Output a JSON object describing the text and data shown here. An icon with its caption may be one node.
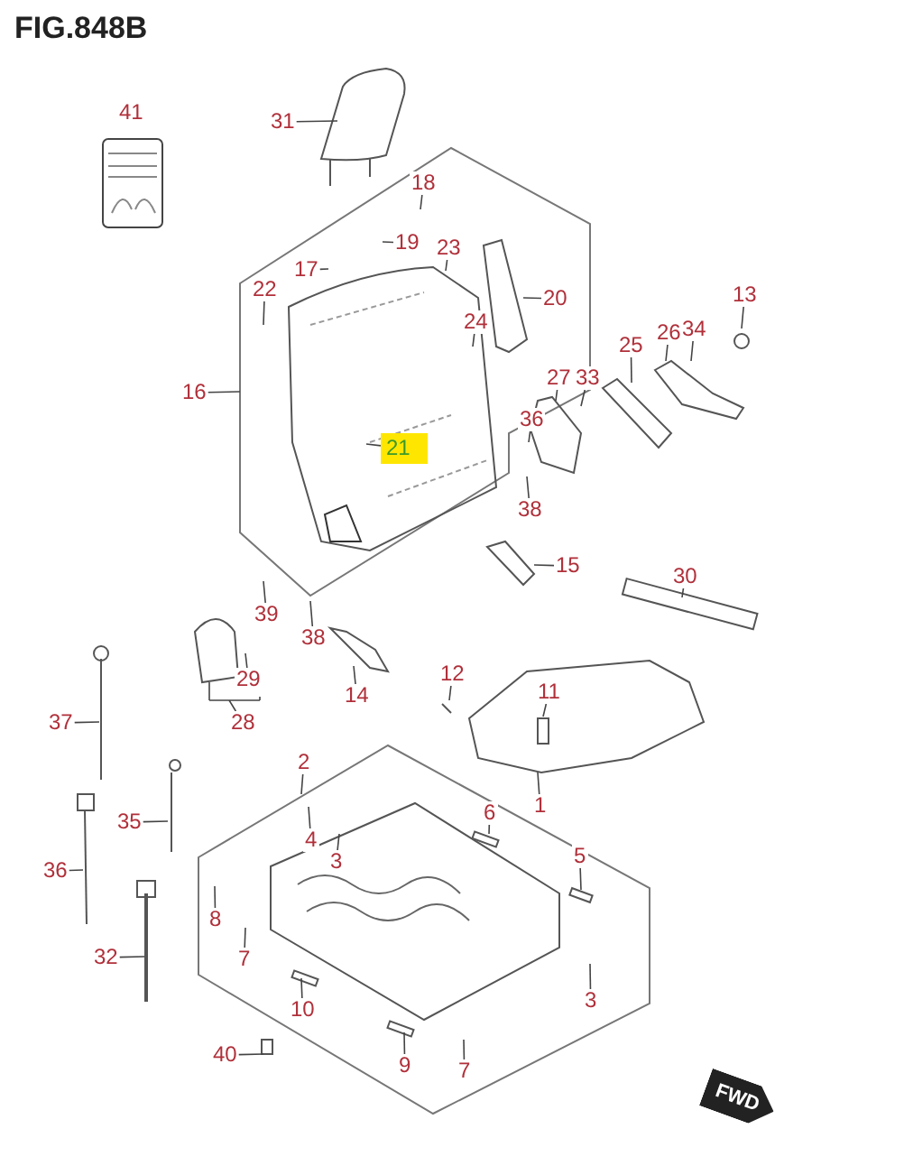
{
  "diagram": {
    "title": "FIG.848B",
    "nodes": [
      {
        "text": [
          "41"
        ]
      },
      {
        "text": [
          "31"
        ]
      },
      {
        "text": [
          "18"
        ]
      },
      {
        "text": [
          "19"
        ]
      },
      {
        "text": [
          "23"
        ]
      },
      {
        "text": [
          "17"
        ]
      },
      {
        "text": [
          "22"
        ]
      },
      {
        "text": [
          "20"
        ]
      },
      {
        "text": [
          "13"
        ]
      },
      {
        "text": [
          "24"
        ]
      },
      {
        "text": [
          "34"
        ]
      },
      {
        "text": [
          "26"
        ]
      },
      {
        "text": [
          "25"
        ]
      },
      {
        "text": [
          "27"
        ]
      },
      {
        "text": [
          "33"
        ]
      },
      {
        "text": [
          "16"
        ]
      },
      {
        "text": [
          "36"
        ]
      },
      {
        "text": [
          "21"
        ]
      },
      {
        "text": [
          "38"
        ]
      },
      {
        "text": [
          "15"
        ]
      },
      {
        "text": [
          "30"
        ]
      },
      {
        "text": [
          "39"
        ]
      },
      {
        "text": [
          "38"
        ]
      },
      {
        "text": [
          "12"
        ]
      },
      {
        "text": [
          "29"
        ]
      },
      {
        "text": [
          "14"
        ]
      },
      {
        "text": [],
        "shape": "picture"
      },
      {
        "text": [
          "11"
        ],
        "in": 26
      },
      {
        "text": [
          "37"
        ]
      },
      {
        "text": [
          "28"
        ]
      },
      {
        "text": [
          "2"
        ]
      },
      {
        "text": [
          "1"
        ]
      },
      {
        "text": [
          "35"
        ]
      },
      {
        "text": [
          "6"
        ]
      },
      {
        "text": [
          "4"
        ]
      },
      {
        "text": [
          "3"
        ]
      },
      {
        "text": [
          "36"
        ]
      },
      {
        "text": [
          "5"
        ]
      },
      {
        "text": [
          "8"
        ]
      },
      {
        "text": [
          "32"
        ]
      },
      {
        "text": [
          "7"
        ]
      },
      {
        "text": [
          "3"
        ]
      },
      {
        "text": [
          "10"
        ]
      },
      {
        "text": [
          "40"
        ]
      },
      {
        "text": [
          "9"
        ]
      },
      {
        "text": [
          "7"
        ]
      }
    ],
    "edges": [
      {
        "from": 1,
        "to": null,
        "arrow": "none"
      },
      {
        "from": 2,
        "to": null,
        "arrow": "none"
      },
      {
        "from": 3,
        "to": null,
        "arrow": "none"
      },
      {
        "from": 4,
        "to": null,
        "arrow": "none"
      },
      {
        "from": 5,
        "to": null,
        "arrow": "none"
      },
      {
        "from": 6,
        "to": null,
        "arrow": "none"
      },
      {
        "from": 7,
        "to": null,
        "arrow": "none"
      },
      {
        "from": 8,
        "to": null,
        "arrow": "none"
      },
      {
        "from": 9,
        "to": null,
        "arrow": "none"
      },
      {
        "from": 10,
        "to": null,
        "arrow": "none"
      },
      {
        "from": 11,
        "to": null,
        "arrow": "none"
      },
      {
        "from": 12,
        "to": null,
        "arrow": "none"
      },
      {
        "from": 13,
        "to": null,
        "arrow": "none"
      },
      {
        "from": 14,
        "to": null,
        "arrow": "none"
      },
      {
        "from": 15,
        "to": null,
        "arrow": "none"
      },
      {
        "from": 16,
        "to": null,
        "arrow": "none"
      },
      {
        "from": 17,
        "to": null,
        "arrow": "none"
      },
      {
        "from": 18,
        "to": null,
        "arrow": "none"
      },
      {
        "from": 19,
        "to": null,
        "arrow": "none"
      },
      {
        "from": 20,
        "to": null,
        "arrow": "none"
      },
      {
        "from": 21,
        "to": null,
        "arrow": "none"
      },
      {
        "from": 22,
        "to": null,
        "arrow": "none"
      },
      {
        "from": 23,
        "to": null,
        "arrow": "none"
      },
      {
        "from": 24,
        "to": null,
        "arrow": "none"
      },
      {
        "from": 25,
        "to": null,
        "arrow": "none"
      },
      {
        "from": 27,
        "to": 26,
        "arrow": "none"
      },
      {
        "from": 28,
        "to": null,
        "arrow": "none"
      },
      {
        "from": 29,
        "to": null,
        "arrow": "none"
      },
      {
        "from": 30,
        "to": null,
        "arrow": "none"
      },
      {
        "from": 31,
        "to": 26,
        "arrow": "none"
      },
      {
        "from": 32,
        "to": null,
        "arrow": "none"
      },
      {
        "from": 33,
        "to": null,
        "arrow": "none"
      },
      {
        "from": 34,
        "to": null,
        "arrow": "none"
      },
      {
        "from": 35,
        "to": null,
        "arrow": "none"
      },
      {
        "from": 36,
        "to": null,
        "arrow": "none"
      },
      {
        "from": 37,
        "to": null,
        "arrow": "none"
      },
      {
        "from": 38,
        "to": null,
        "arrow": "none"
      },
      {
        "from": 39,
        "to": null,
        "arrow": "none"
      },
      {
        "from": 40,
        "to": null,
        "arrow": "none"
      },
      {
        "from": 41,
        "to": null,
        "arrow": "none"
      },
      {
        "from": 42,
        "to": null,
        "arrow": "none"
      },
      {
        "from": 43,
        "to": null,
        "arrow": "none"
      },
      {
        "from": 44,
        "to": null,
        "arrow": "none"
      },
      {
        "from": 45,
        "to": null,
        "arrow": "none"
      }
    ],
    "labels": [
      "FWD"
    ]
  }
}
